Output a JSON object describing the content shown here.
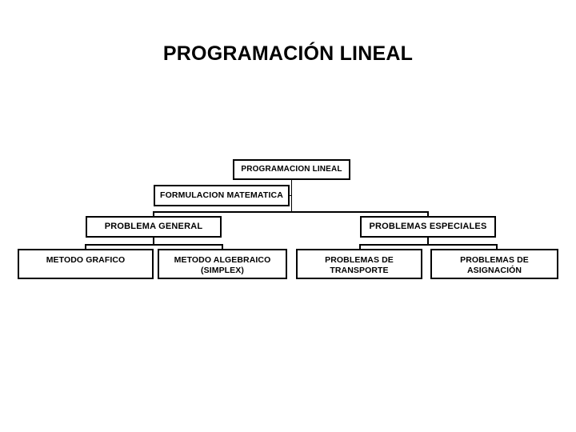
{
  "slide": {
    "title": "PROGRAMACIÓN LINEAL",
    "background_color": "#ffffff",
    "text_color": "#000000",
    "line_color": "#000000"
  },
  "diagram": {
    "type": "hierarchy-tree",
    "orientation": "top-down",
    "nodes": {
      "root": {
        "label": "PROGRAMACION LINEAL",
        "level": 1
      },
      "formulacion": {
        "label": "FORMULACION MATEMATICA",
        "level": 2
      },
      "problema_general": {
        "label": "PROBLEMA GENERAL",
        "level": 3
      },
      "problemas_especiales": {
        "label": "PROBLEMAS ESPECIALES",
        "level": 3
      },
      "metodo_grafico": {
        "label": "METODO GRAFICO",
        "level": 4
      },
      "metodo_algebraico": {
        "label": "METODO ALGEBRAICO\n(SIMPLEX)",
        "level": 4
      },
      "problemas_transporte": {
        "label": "PROBLEMAS DE TRANSPORTE",
        "level": 4
      },
      "problemas_asignacion": {
        "label": "PROBLEMAS DE ASIGNACIÓN",
        "level": 4
      }
    },
    "edges": [
      {
        "from": "root",
        "to": "formulacion"
      },
      {
        "from": "formulacion",
        "to": "problema_general"
      },
      {
        "from": "formulacion",
        "to": "problemas_especiales"
      },
      {
        "from": "problema_general",
        "to": "metodo_grafico"
      },
      {
        "from": "problema_general",
        "to": "metodo_algebraico"
      },
      {
        "from": "problemas_especiales",
        "to": "problemas_transporte"
      },
      {
        "from": "problemas_especiales",
        "to": "problemas_asignacion"
      }
    ]
  }
}
